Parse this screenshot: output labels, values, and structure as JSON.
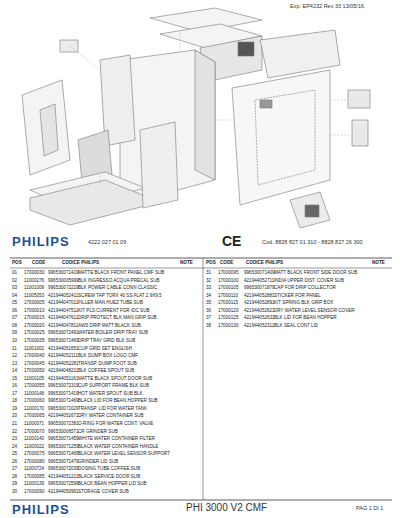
{
  "diagram": {
    "labels": [
      "Exp. EP4232 Rev 33 13/05/16",
      "PHILIPS",
      "4222 027 01 09",
      "CE",
      "Cod. 8828 827 01 310 - 8828 827 26 300",
      "POS",
      "CODE",
      "CODICE PHILIPS",
      "NOTE",
      "POS",
      "CODE",
      "CODICE PHILIPS",
      "NOTE",
      "PHILIPS",
      "PHI 3000 V2 CMF",
      "PAG 1 DI 1",
      "01",
      "17000030",
      "996530071419",
      "MATTE BLACK FRONT PANEL CMF SUB",
      "02",
      "11000276",
      "996530005999",
      "BLK INGRESSO ACQUA PRECAL SUB",
      "03",
      "11001009",
      "996530072219",
      "BLK POWER CABLE CONN CLASSIC",
      "04",
      "11005053",
      "421944052411",
      "SCREW TAP TORX 40 SS FLAT 2,9X9.5",
      "05",
      "17000005",
      "421944047011",
      "FILLER MAN HUEZ TUBE SUB",
      "06",
      "17000010",
      "421944047511",
      "KIT PLS CURRENT FOR IDC SUB",
      "07",
      "17000015",
      "421944047611",
      "DRIP PROTECT BLK MAN GRIP SUB",
      "08",
      "17000020",
      "421944047811",
      "AWS DRIP MATT BLACK SUB",
      "09",
      "17000025",
      "996530072491",
      "WATER BOILER DRIP TRAY SUB",
      "10",
      "17000035",
      "996530071469",
      "DRIP TRAY GRID BLK SUB",
      "11",
      "11001002",
      "421944051651",
      "CUP GRID SET ENGLISH",
      "12",
      "17000040",
      "421944052111",
      "BLK DUMP BOX LOGO CMF",
      "13",
      "17000045",
      "421944052281",
      "TRANSP. DUMP FOOT SUB",
      "14",
      "17000050",
      "421944048211",
      "BLK COFFEE SPOUT SUB",
      "15",
      "11000105",
      "421944051161",
      "MATTE BLACK SPOUT DOOR SUB",
      "16",
      "17000055",
      "996530072319",
      "CUP SUPPORT FRAME BLK SUB",
      "17",
      "11000148",
      "996530071419",
      "HOT WATER SPOUT SUB BLK",
      "18",
      "17000060",
      "996530071469",
      "BLACK LID FOR BEAN HOPPER SUB",
      "19",
      "11000170",
      "996530071029",
      "TRANSP. LID FOR WATER TANK",
      "20",
      "17000065",
      "421944051671",
      "DRY WATER CONTAINER SUB",
      "21",
      "11000071",
      "996530072381",
      "O-RING FOR WATER CONT. VALVE",
      "22",
      "17000070",
      "996530006571",
      "CR GRINDER SUB",
      "23",
      "11000140",
      "996530071459",
      "WHITE WATER CONTAINER FILTER",
      "24",
      "11000022",
      "996530071259",
      "BLACK WATER CONTAINER HANDLE",
      "25",
      "17000075",
      "996530071469",
      "BLACK WATER LEVEL SENSOR SUPPORT",
      "26",
      "17000080",
      "996530071479",
      "GRINDER LID SUB",
      "27",
      "11000724",
      "996530072039",
      "DOSING TUBE COFFEE SUB",
      "28",
      "17000085",
      "421944051211",
      "BLACK SERVICE DOOR SUB",
      "29",
      "11000139",
      "996530072599",
      "BLACK BEAN HOPPER LID SUB",
      "30",
      "17000090",
      "421944050961",
      "STORAGE COVER SUB",
      "31",
      "17000095",
      "996530071409",
      "MATT BLACK FRONT SIDE DOOR SUB",
      "32",
      "17000100",
      "421944052711",
      "INDIA UPPER DIST. COVER SUB",
      "33",
      "17000105",
      "996530071879",
      "CAP FOR DRIP COLLECTOR",
      "34",
      "17000110",
      "421944052881",
      "STICKER FOR PANEL",
      "35",
      "17000115",
      "421944052891",
      "KIT SPRING BLK GRIP BOX",
      "36",
      "17000120",
      "421944052621",
      "DRY WATER LEVEL SENSOR COVER",
      "37",
      "17000125",
      "421944052631",
      "BLK LID FOR BEAN HOPPER",
      "38",
      "17000130",
      "421944052311",
      "BLK SEAL CONT LID"
    ]
  }
}
